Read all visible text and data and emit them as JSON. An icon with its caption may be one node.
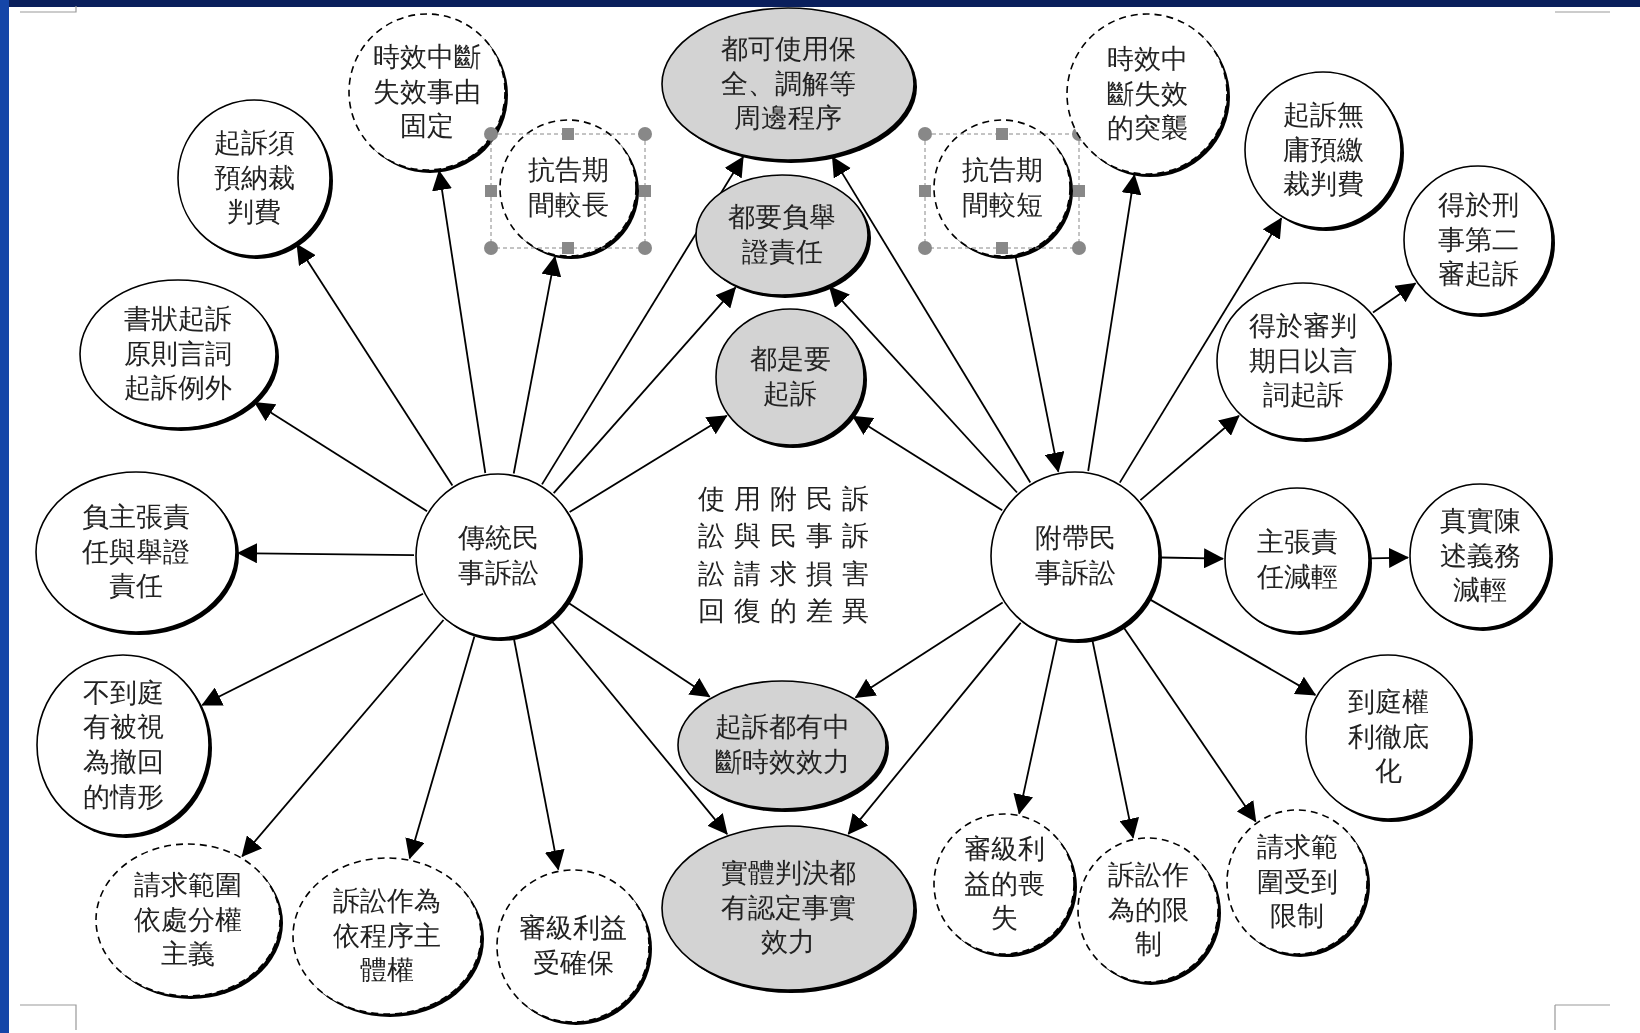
{
  "diagram": {
    "nodes": [
      {
        "text": [
          "傳統民事訴訟"
        ]
      },
      {
        "text": [
          "附帶民事訴訟"
        ]
      },
      {
        "text": [
          "都可使用保全、調解等周邊程序"
        ]
      },
      {
        "text": [
          "都要負舉證責任"
        ]
      },
      {
        "text": [
          "都是要起訴"
        ]
      },
      {
        "text": [
          "起訴都有中斷時效效力"
        ]
      },
      {
        "text": [
          "實體判決都有認定事實效力"
        ]
      },
      {
        "text": [
          "起訴須預納裁判費"
        ]
      },
      {
        "text": [
          "時效中斷失效事由固定"
        ]
      },
      {
        "text": [
          "抗告期間較長"
        ]
      },
      {
        "text": [
          "書狀起訴原則言詞起訴例外"
        ]
      },
      {
        "text": [
          "負主張責任與舉證責任"
        ]
      },
      {
        "text": [
          "不到庭有被視為撤回的情形"
        ]
      },
      {
        "text": [
          "請求範圍依處分權主義"
        ]
      },
      {
        "text": [
          "訴訟作為依程序主體權"
        ]
      },
      {
        "text": [
          "審級利益受確保"
        ]
      },
      {
        "text": [
          "抗告期間較短"
        ]
      },
      {
        "text": [
          "時效中斷失效的突襲"
        ]
      },
      {
        "text": [
          "起訴無庸預繳裁判費"
        ]
      },
      {
        "text": [
          "得於刑事第二審起訴"
        ]
      },
      {
        "text": [
          "得於審判期日以言詞起訴"
        ]
      },
      {
        "text": [
          "主張責任減輕"
        ]
      },
      {
        "text": [
          "真實陳述義務減輕"
        ]
      },
      {
        "text": [
          "到庭權利徹底化"
        ]
      },
      {
        "text": [
          "審級利益的喪失"
        ]
      },
      {
        "text": [
          "訴訟作為的限制"
        ]
      },
      {
        "text": [
          "請求範圍受到限制"
        ]
      }
    ],
    "edges": [
      {
        "from": 0,
        "to": 7,
        "arrow": "to"
      },
      {
        "from": 0,
        "to": 8,
        "arrow": "to"
      },
      {
        "from": 0,
        "to": 9,
        "arrow": "to"
      },
      {
        "from": 0,
        "to": 2,
        "arrow": "to"
      },
      {
        "from": 0,
        "to": 3,
        "arrow": "to"
      },
      {
        "from": 0,
        "to": 4,
        "arrow": "to"
      },
      {
        "from": 0,
        "to": 10,
        "arrow": "to"
      },
      {
        "from": 0,
        "to": 11,
        "arrow": "to"
      },
      {
        "from": 0,
        "to": 12,
        "arrow": "to"
      },
      {
        "from": 0,
        "to": 13,
        "arrow": "to"
      },
      {
        "from": 0,
        "to": 14,
        "arrow": "to"
      },
      {
        "from": 0,
        "to": 15,
        "arrow": "to"
      },
      {
        "from": 0,
        "to": 5,
        "arrow": "to"
      },
      {
        "from": 0,
        "to": 6,
        "arrow": "to"
      },
      {
        "from": 16,
        "to": 1,
        "arrow": "to"
      },
      {
        "from": 1,
        "to": 2,
        "arrow": "to"
      },
      {
        "from": 1,
        "to": 3,
        "arrow": "to"
      },
      {
        "from": 1,
        "to": 4,
        "arrow": "to"
      },
      {
        "from": 1,
        "to": 17,
        "arrow": "to"
      },
      {
        "from": 1,
        "to": 18,
        "arrow": "to"
      },
      {
        "from": 1,
        "to": 20,
        "arrow": "to"
      },
      {
        "from": 20,
        "to": 19,
        "arrow": "to"
      },
      {
        "from": 1,
        "to": 21,
        "arrow": "to"
      },
      {
        "from": 21,
        "to": 22,
        "arrow": "to"
      },
      {
        "from": 1,
        "to": 23,
        "arrow": "to"
      },
      {
        "from": 1,
        "to": 24,
        "arrow": "to"
      },
      {
        "from": 1,
        "to": 25,
        "arrow": "to"
      },
      {
        "from": 1,
        "to": 26,
        "arrow": "to"
      },
      {
        "from": 1,
        "to": 5,
        "arrow": "to"
      },
      {
        "from": 1,
        "to": 6,
        "arrow": "to"
      }
    ],
    "labels": [
      "使用附民訴訟與民事訴訟請求損害回復的差異"
    ]
  }
}
